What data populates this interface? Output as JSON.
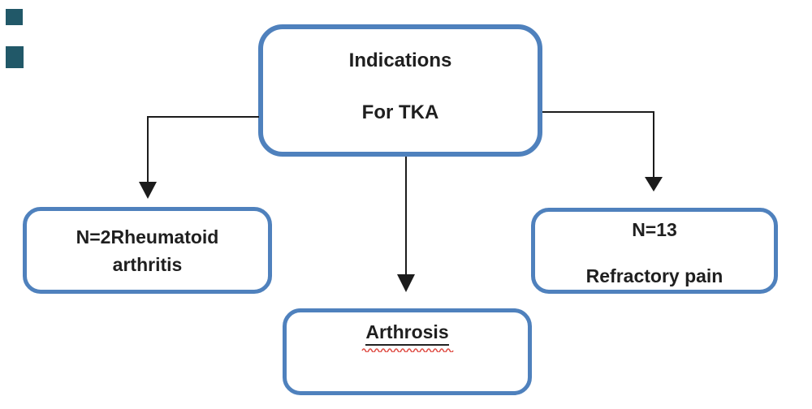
{
  "colors": {
    "box-border": "#4F81BD",
    "arrow": "#1c1c1c",
    "text": "#1f1f1f",
    "squiggle": "#e0534b",
    "mark": "#215868",
    "bg": "#ffffff"
  },
  "nodes": {
    "root": {
      "line1": "Indications",
      "line2": "For TKA"
    },
    "left": {
      "line1": "N=2Rheumatoid",
      "line2": "arthritis"
    },
    "right": {
      "line1": "N=13",
      "line2": "Refractory pain"
    },
    "bottom": {
      "label": "Arthrosis"
    }
  }
}
